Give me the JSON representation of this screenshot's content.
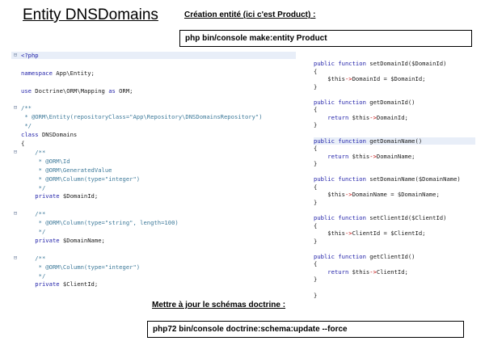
{
  "page": {
    "title": "Entity DNSDomains",
    "creation_heading": "Création entité (ici c'est Product) :",
    "creation_command": "php bin/console make:entity Product",
    "update_heading": "Mettre à jour le schémas doctrine :",
    "update_command": "php72 bin/console doctrine:schema:update --force"
  },
  "colors": {
    "keyword": "#1f1fa8",
    "text": "#1a1a1a",
    "variable": "#1a1a1a",
    "comment": "#3e7a9a",
    "string": "#2a00ff",
    "arrow": "#c00000",
    "highlight": "#e8eef8",
    "gutter": "#7a8aa6"
  },
  "left_code": [
    {
      "gutter": "⊟",
      "hl": true,
      "parts": [
        [
          "k",
          "<?php"
        ]
      ]
    },
    {
      "parts": []
    },
    {
      "parts": [
        [
          "k",
          "namespace"
        ],
        [
          "t",
          " App\\Entity;"
        ]
      ]
    },
    {
      "parts": []
    },
    {
      "parts": [
        [
          "k",
          "use"
        ],
        [
          "t",
          " Doctrine\\ORM\\Mapping "
        ],
        [
          "k",
          "as"
        ],
        [
          "t",
          " ORM;"
        ]
      ]
    },
    {
      "parts": []
    },
    {
      "gutter": "⊟",
      "parts": [
        [
          "c",
          "/**"
        ]
      ]
    },
    {
      "parts": [
        [
          "c",
          " * @ORM\\Entity(repositoryClass=\"App\\Repository\\DNSDomainsRepository\")"
        ]
      ]
    },
    {
      "parts": [
        [
          "c",
          " */"
        ]
      ]
    },
    {
      "parts": [
        [
          "k",
          "class"
        ],
        [
          "t",
          " DNSDomains"
        ]
      ]
    },
    {
      "parts": [
        [
          "t",
          "{"
        ]
      ]
    },
    {
      "gutter": "⊟",
      "parts": [
        [
          "c",
          "    /**"
        ]
      ]
    },
    {
      "parts": [
        [
          "c",
          "     * @ORM\\Id"
        ]
      ]
    },
    {
      "parts": [
        [
          "c",
          "     * @ORM\\GeneratedValue"
        ]
      ]
    },
    {
      "parts": [
        [
          "c",
          "     * @ORM\\Column(type=\"integer\")"
        ]
      ]
    },
    {
      "parts": [
        [
          "c",
          "     */"
        ]
      ]
    },
    {
      "parts": [
        [
          "k",
          "    private"
        ],
        [
          "v",
          " $DomainId"
        ],
        [
          "t",
          ";"
        ]
      ]
    },
    {
      "parts": []
    },
    {
      "gutter": "⊟",
      "parts": [
        [
          "c",
          "    /**"
        ]
      ]
    },
    {
      "parts": [
        [
          "c",
          "     * @ORM\\Column(type=\"string\", length=100)"
        ]
      ]
    },
    {
      "parts": [
        [
          "c",
          "     */"
        ]
      ]
    },
    {
      "parts": [
        [
          "k",
          "    private"
        ],
        [
          "v",
          " $DomainName"
        ],
        [
          "t",
          ";"
        ]
      ]
    },
    {
      "parts": []
    },
    {
      "gutter": "⊟",
      "parts": [
        [
          "c",
          "    /**"
        ]
      ]
    },
    {
      "parts": [
        [
          "c",
          "     * @ORM\\Column(type=\"integer\")"
        ]
      ]
    },
    {
      "parts": [
        [
          "c",
          "     */"
        ]
      ]
    },
    {
      "parts": [
        [
          "k",
          "    private"
        ],
        [
          "v",
          " $ClientId"
        ],
        [
          "t",
          ";"
        ]
      ]
    }
  ],
  "right_code": [
    {
      "parts": [
        [
          "k",
          "public function"
        ],
        [
          "t",
          " setDomainId($DomainId)"
        ]
      ]
    },
    {
      "parts": [
        [
          "t",
          "{"
        ]
      ]
    },
    {
      "parts": [
        [
          "v",
          "    $this"
        ],
        [
          "a",
          "->"
        ],
        [
          "t",
          "DomainId = $DomainId;"
        ]
      ]
    },
    {
      "parts": [
        [
          "t",
          "}"
        ]
      ]
    },
    {
      "parts": []
    },
    {
      "parts": [
        [
          "k",
          "public function"
        ],
        [
          "t",
          " getDomainId()"
        ]
      ]
    },
    {
      "parts": [
        [
          "t",
          "{"
        ]
      ]
    },
    {
      "parts": [
        [
          "k",
          "    return"
        ],
        [
          "v",
          " $this"
        ],
        [
          "a",
          "->"
        ],
        [
          "t",
          "DomainId;"
        ]
      ]
    },
    {
      "parts": [
        [
          "t",
          "}"
        ]
      ]
    },
    {
      "parts": []
    },
    {
      "hl": true,
      "parts": [
        [
          "k",
          "public function"
        ],
        [
          "t",
          " getDomainName()"
        ]
      ]
    },
    {
      "parts": [
        [
          "t",
          "{"
        ]
      ]
    },
    {
      "parts": [
        [
          "k",
          "    return"
        ],
        [
          "v",
          " $this"
        ],
        [
          "a",
          "->"
        ],
        [
          "t",
          "DomainName;"
        ]
      ]
    },
    {
      "parts": [
        [
          "t",
          "}"
        ]
      ]
    },
    {
      "parts": []
    },
    {
      "parts": [
        [
          "k",
          "public function"
        ],
        [
          "t",
          " setDomainName($DomainName)"
        ]
      ]
    },
    {
      "parts": [
        [
          "t",
          "{"
        ]
      ]
    },
    {
      "parts": [
        [
          "v",
          "    $this"
        ],
        [
          "a",
          "->"
        ],
        [
          "t",
          "DomainName = $DomainName;"
        ]
      ]
    },
    {
      "parts": [
        [
          "t",
          "}"
        ]
      ]
    },
    {
      "parts": []
    },
    {
      "parts": [
        [
          "k",
          "public function"
        ],
        [
          "t",
          " setClientId($ClientId)"
        ]
      ]
    },
    {
      "parts": [
        [
          "t",
          "{"
        ]
      ]
    },
    {
      "parts": [
        [
          "v",
          "    $this"
        ],
        [
          "a",
          "->"
        ],
        [
          "t",
          "ClientId = $ClientId;"
        ]
      ]
    },
    {
      "parts": [
        [
          "t",
          "}"
        ]
      ]
    },
    {
      "parts": []
    },
    {
      "parts": [
        [
          "k",
          "public function"
        ],
        [
          "t",
          " getClientId()"
        ]
      ]
    },
    {
      "parts": [
        [
          "t",
          "{"
        ]
      ]
    },
    {
      "parts": [
        [
          "k",
          "    return"
        ],
        [
          "v",
          " $this"
        ],
        [
          "a",
          "->"
        ],
        [
          "t",
          "ClientId;"
        ]
      ]
    },
    {
      "parts": [
        [
          "t",
          "}"
        ]
      ]
    },
    {
      "parts": []
    },
    {
      "parts": [
        [
          "t",
          "}"
        ]
      ]
    }
  ]
}
